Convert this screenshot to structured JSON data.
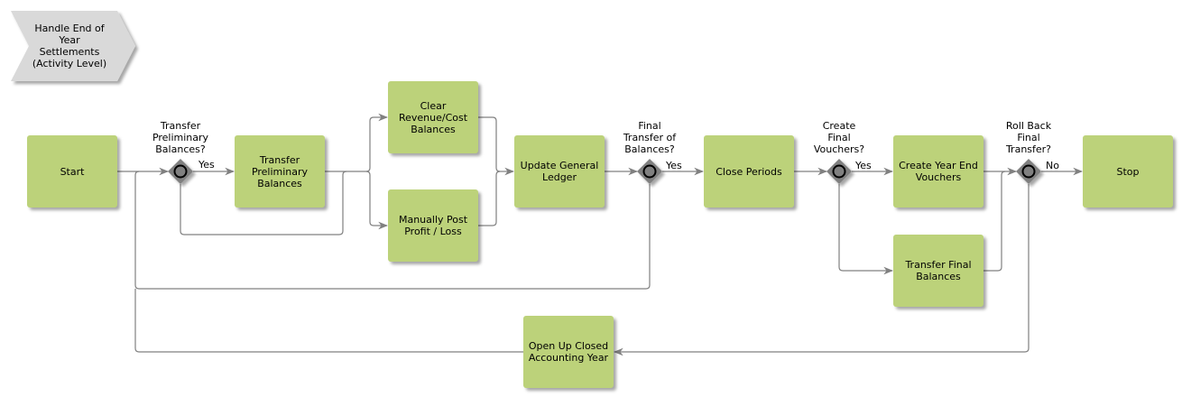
{
  "title": "Handle End of\nYear\nSettlements\n(Activity Level)",
  "colors": {
    "task_fill": "#bcd27a",
    "gateway_fill": "#808080",
    "connector": "#808080",
    "header_fill": "#d9d9d9"
  },
  "tasks": {
    "start": "Start",
    "transfer_prelim": "Transfer\nPreliminary\nBalances",
    "clear_revenue": "Clear\nRevenue/Cost\nBalances",
    "manually_post": "Manually Post\nProfit / Loss",
    "update_ledger": "Update General\nLedger",
    "close_periods": "Close Periods",
    "create_year_end": "Create Year End\nVouchers",
    "transfer_final": "Transfer Final\nBalances",
    "stop": "Stop",
    "open_closed_year": "Open Up Closed\nAccounting Year"
  },
  "gateways": {
    "g1": "Transfer\nPreliminary\nBalances?",
    "g2": "Final\nTransfer of\nBalances?",
    "g3": "Create\nFinal\nVouchers?",
    "g4": "Roll Back\nFinal\nTransfer?"
  },
  "edge_labels": {
    "g1_yes": "Yes",
    "g2_yes": "Yes",
    "g3_yes": "Yes",
    "g4_no": "No"
  }
}
